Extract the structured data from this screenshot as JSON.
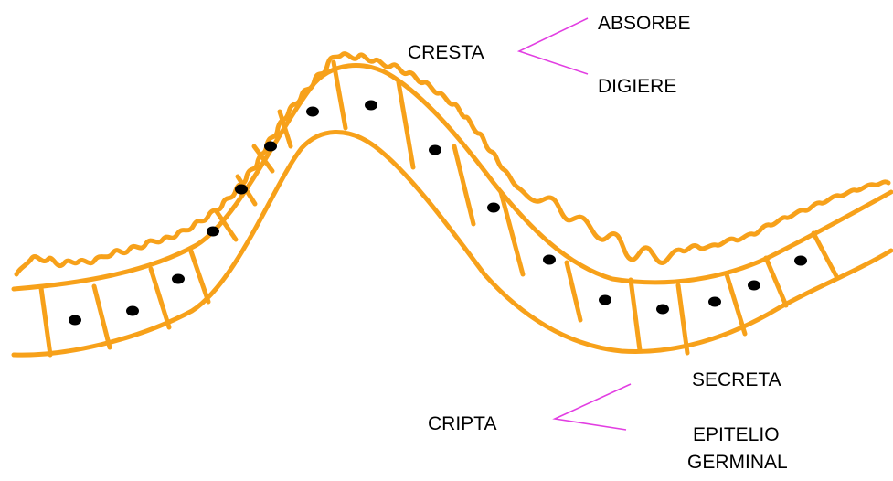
{
  "labels": {
    "cresta": "CRESTA",
    "absorbe": "ABSORBE",
    "digiere": "DIGIERE",
    "cripta": "CRIPTA",
    "secreta": "SECRETA",
    "epitelio_line1": "EPITELIO",
    "epitelio_line2": "GERMINAL"
  },
  "colors": {
    "epithelium": "#f7a11a",
    "pointer_lines": "#e23ee2",
    "nucleus": "#000000",
    "text": "#000000"
  }
}
